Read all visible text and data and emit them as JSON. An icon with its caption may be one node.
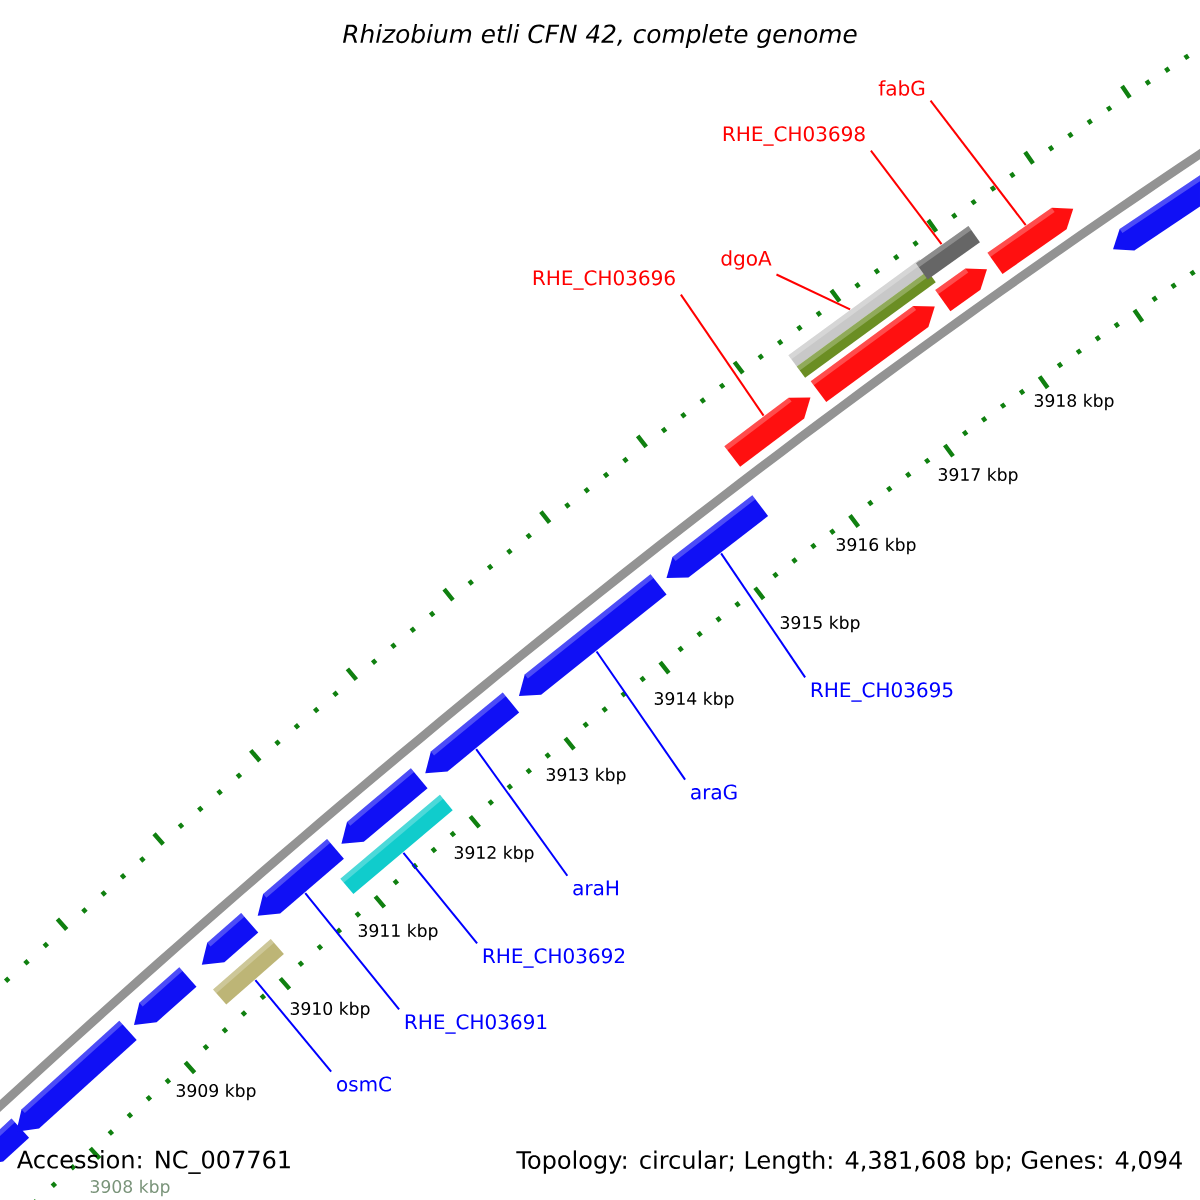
{
  "diagram": {
    "title": "Rhizobium etli CFN 42, complete genome",
    "nodes": [
      {
        "text": [
          "RHE_CH03696"
        ]
      },
      {
        "text": [
          "dgoA"
        ]
      },
      {
        "text": [
          "RHE_CH03698"
        ]
      },
      {
        "text": [
          "fabG"
        ]
      },
      {
        "text": [
          "RHE_CH03695"
        ]
      },
      {
        "text": [
          "araG"
        ]
      },
      {
        "text": [
          "araH"
        ]
      },
      {
        "text": [
          "RHE_CH03692"
        ]
      },
      {
        "text": [
          "RHE_CH03691"
        ]
      },
      {
        "text": [
          "osmC"
        ]
      },
      {
        "text": [],
        "shape": "arrow"
      },
      {
        "text": [],
        "shape": "arrow"
      },
      {
        "text": [],
        "shape": "arrow"
      },
      {
        "text": [],
        "shape": "box"
      },
      {
        "text": [],
        "shape": "arrow"
      },
      {
        "text": [],
        "shape": "arrow"
      },
      {
        "text": [],
        "shape": "box"
      },
      {
        "text": [],
        "shape": "arrow"
      },
      {
        "text": [],
        "shape": "arrow"
      },
      {
        "text": [],
        "shape": "arrow"
      },
      {
        "text": [],
        "shape": "arrow"
      },
      {
        "text": [],
        "shape": "arrow"
      },
      {
        "text": [],
        "shape": "arrow"
      },
      {
        "text": [],
        "shape": "box"
      },
      {
        "text": [],
        "shape": "box"
      },
      {
        "text": [],
        "shape": "box"
      },
      {
        "text": [],
        "shape": "arrow"
      },
      {
        "text": [],
        "shape": "arrow"
      },
      {
        "text": [],
        "shape": "arrow"
      }
    ],
    "edges": [
      {
        "from": 0,
        "to": 21,
        "arrow": "none",
        "color": "#ff0000"
      },
      {
        "from": 1,
        "to": 23,
        "arrow": "none",
        "color": "#ff0000"
      },
      {
        "from": 2,
        "to": 25,
        "arrow": "none",
        "color": "#ff0000"
      },
      {
        "from": 3,
        "to": 27,
        "arrow": "none",
        "color": "#ff0000"
      },
      {
        "from": 4,
        "to": 20,
        "arrow": "none"
      },
      {
        "from": 5,
        "to": 19,
        "arrow": "none"
      },
      {
        "from": 6,
        "to": 18,
        "arrow": "none"
      },
      {
        "from": 7,
        "to": 16,
        "arrow": "none"
      },
      {
        "from": 8,
        "to": 15,
        "arrow": "none"
      },
      {
        "from": 9,
        "to": 13,
        "arrow": "none"
      }
    ],
    "labels": [
      "3918 kbp",
      "3917 kbp",
      "3916 kbp",
      "3915 kbp",
      "3914 kbp",
      "3913 kbp",
      "3912 kbp",
      "3911 kbp",
      "3910 kbp",
      "3909 kbp",
      "3908 kbp",
      "Accession: NC_007761",
      "Topology: circular; Length: 4,381,608 bp; Genes: 4,094"
    ]
  }
}
